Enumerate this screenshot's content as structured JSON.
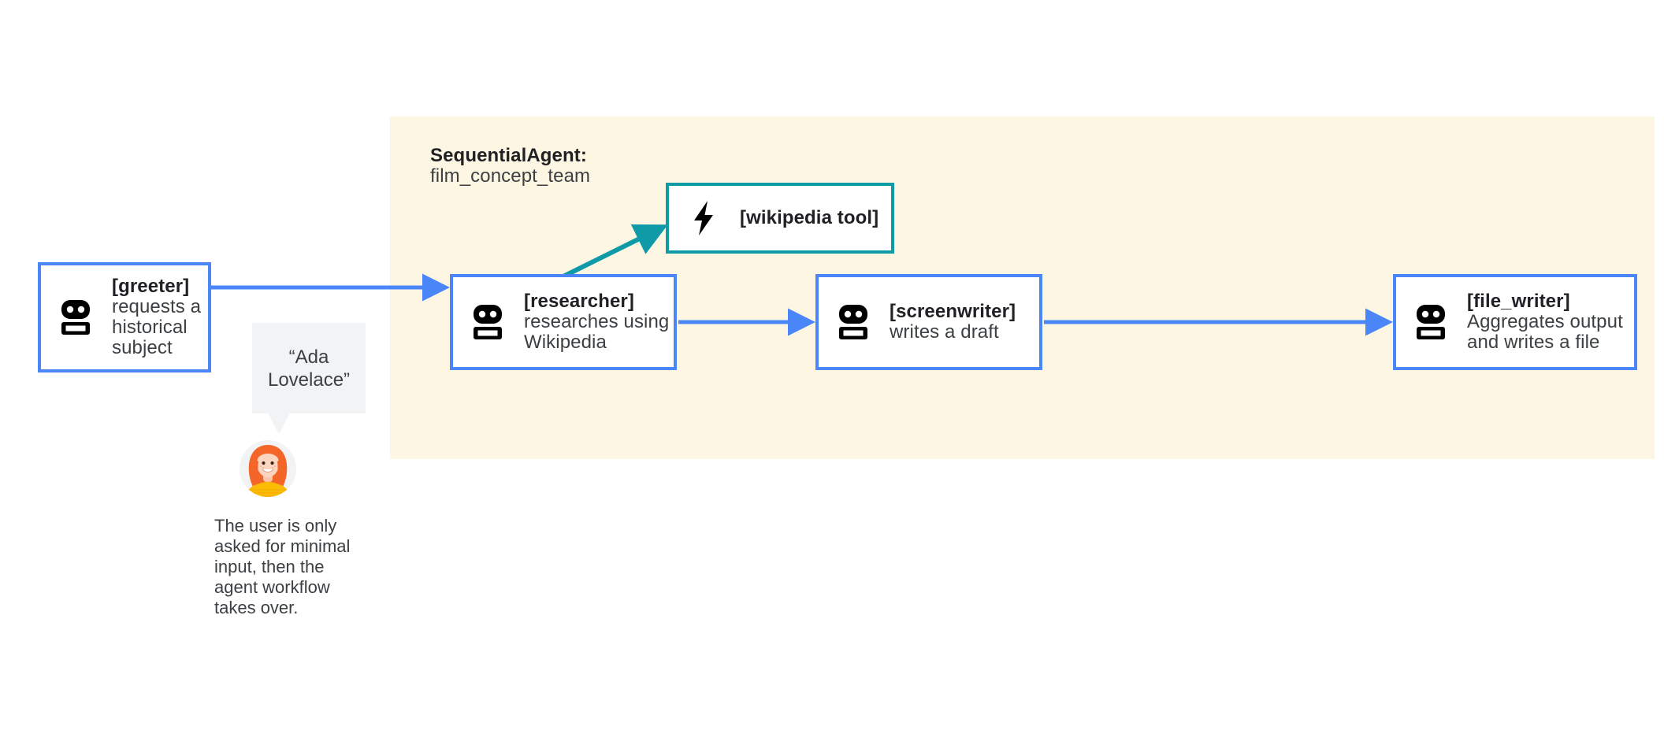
{
  "diagram": {
    "title": "Sequential agent workflow diagram",
    "colors": {
      "panel_background": "#fdf6e3",
      "agent_border": "#4a86f7",
      "tool_border": "#0f9aa8",
      "arrow_blue": "#4a86f7",
      "arrow_teal": "#0f9aa8",
      "bubble_background": "#f1f3f4",
      "text_primary": "#202124",
      "text_secondary": "#3c4043",
      "page_background": "#ffffff"
    }
  },
  "group": {
    "type_label": "SequentialAgent:",
    "name": "film_concept_team"
  },
  "nodes": {
    "greeter": {
      "name": "[greeter]",
      "description": "requests a historical subject",
      "icon": "robot-icon",
      "kind": "agent"
    },
    "researcher": {
      "name": "[researcher]",
      "description": "researches using Wikipedia",
      "icon": "robot-icon",
      "kind": "agent"
    },
    "wikipedia_tool": {
      "name": "[wikipedia tool]",
      "description": "",
      "icon": "lightning-bolt-icon",
      "kind": "tool"
    },
    "screenwriter": {
      "name": "[screenwriter]",
      "description": "writes a draft",
      "icon": "robot-icon",
      "kind": "agent"
    },
    "file_writer": {
      "name": "[file_writer]",
      "description": "Aggregates output and writes a file",
      "icon": "robot-icon",
      "kind": "agent"
    }
  },
  "user": {
    "speech": "“Ada Lovelace”",
    "avatar_alt": "user-avatar",
    "caption": "The user is only asked for minimal input, then the agent workflow takes over."
  },
  "edges": [
    {
      "from": "greeter",
      "to": "researcher",
      "color": "#4a86f7"
    },
    {
      "from": "researcher",
      "to": "wikipedia_tool",
      "color": "#0f9aa8"
    },
    {
      "from": "researcher",
      "to": "screenwriter",
      "color": "#4a86f7"
    },
    {
      "from": "screenwriter",
      "to": "file_writer",
      "color": "#4a86f7"
    }
  ]
}
